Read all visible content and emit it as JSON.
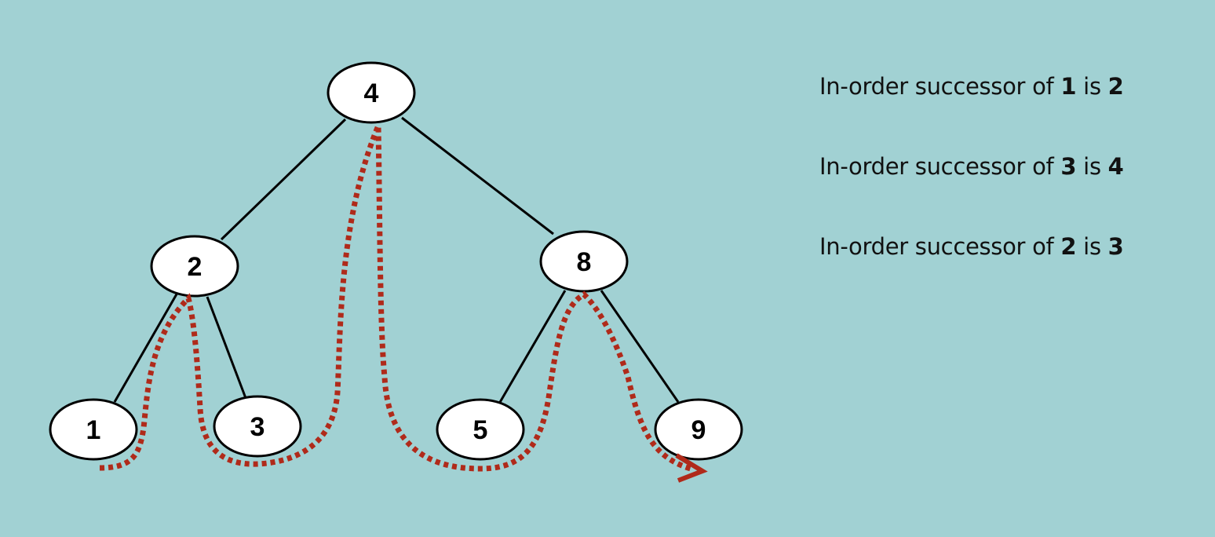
{
  "tree": {
    "nodes": [
      {
        "id": "4",
        "label": "4"
      },
      {
        "id": "2",
        "label": "2"
      },
      {
        "id": "8",
        "label": "8"
      },
      {
        "id": "1",
        "label": "1"
      },
      {
        "id": "3",
        "label": "3"
      },
      {
        "id": "5",
        "label": "5"
      },
      {
        "id": "9",
        "label": "9"
      }
    ],
    "edges": [
      [
        "4",
        "2"
      ],
      [
        "4",
        "8"
      ],
      [
        "2",
        "1"
      ],
      [
        "2",
        "3"
      ],
      [
        "8",
        "5"
      ],
      [
        "8",
        "9"
      ]
    ]
  },
  "statements": [
    {
      "prefix": "In-order successor of ",
      "node": "1",
      "middle": " is ",
      "successor": "2"
    },
    {
      "prefix": "In-order successor of ",
      "node": "3",
      "middle": " is ",
      "successor": "4"
    },
    {
      "prefix": "In-order successor of ",
      "node": "2",
      "middle": " is ",
      "successor": "3"
    }
  ],
  "colors": {
    "background": "#a1d1d3",
    "node_fill": "#ffffff",
    "stroke": "#000000",
    "traversal": "#b02a1a"
  }
}
